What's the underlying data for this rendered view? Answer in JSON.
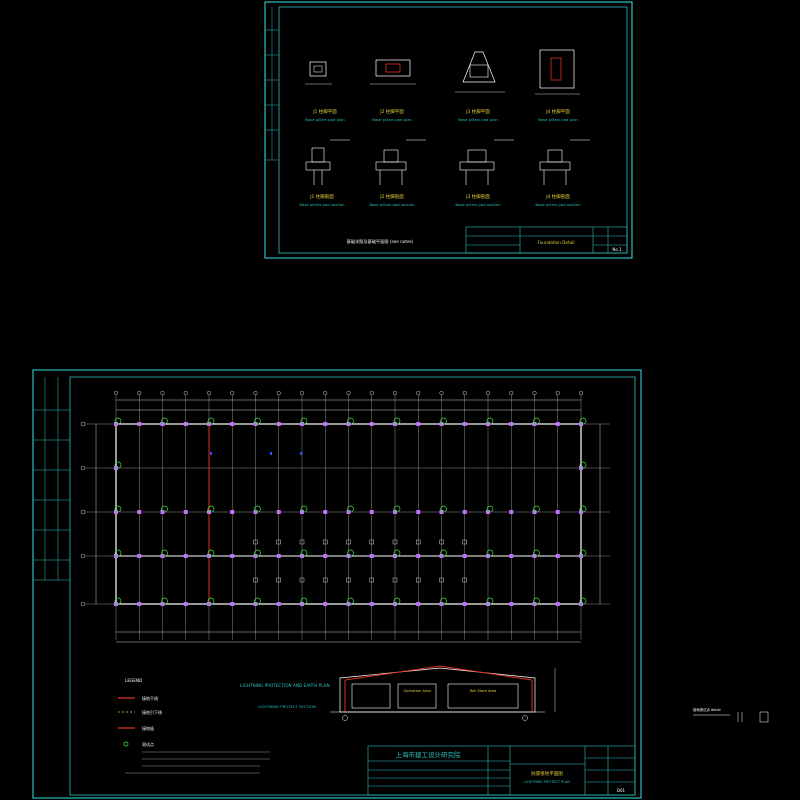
{
  "sheet_top": {
    "title_block": {
      "drawing_title": "Foundation Detail",
      "drawing_no": "No.1"
    },
    "bottom_note": "基础详图及基础平面图 (see notes)",
    "details": [
      {
        "title": "J1 柱脚平面",
        "subtitle": "Base pillars pad plan"
      },
      {
        "title": "J2 柱脚平面",
        "subtitle": "Base pillars pad plan"
      },
      {
        "title": "J3 柱脚平面",
        "subtitle": "Base pillars pad plan"
      },
      {
        "title": "J4 柱脚平面",
        "subtitle": "Base pillars pad plan"
      },
      {
        "title": "J1 柱脚剖面",
        "subtitle": "Base pillars pad section"
      },
      {
        "title": "J2 柱脚剖面",
        "subtitle": "Base pillars pad section"
      },
      {
        "title": "J3 柱脚剖面",
        "subtitle": "Base pillars pad section"
      },
      {
        "title": "J4 柱脚剖面",
        "subtitle": "Base pillars pad section"
      }
    ]
  },
  "sheet_bottom": {
    "plan_caption": "LIGHTNING PROTECTION AND EARTH PLAN",
    "section_caption": "LIGHTNING PROTECT SECTION",
    "section_labels": [
      "Operation Area",
      "Roll Store Area"
    ],
    "institute": "上海市建工设计研究院",
    "drawing_title": "防雷接地平面图",
    "drawing_title_en": "LIGHTNING PROTECT PLAN",
    "drawing_no": "D01",
    "legend_title": "LEGEND",
    "notes": [
      "接地干线",
      "接地引下线",
      "接地极",
      "测试点"
    ]
  },
  "side_note": "接地测试点 detail",
  "colors": {
    "frame": "#2fbfbf",
    "grid": "#ffffff",
    "axis_red": "#e03020",
    "column": "#c070ff",
    "ground": "#40e040",
    "title": "#e8d040"
  }
}
